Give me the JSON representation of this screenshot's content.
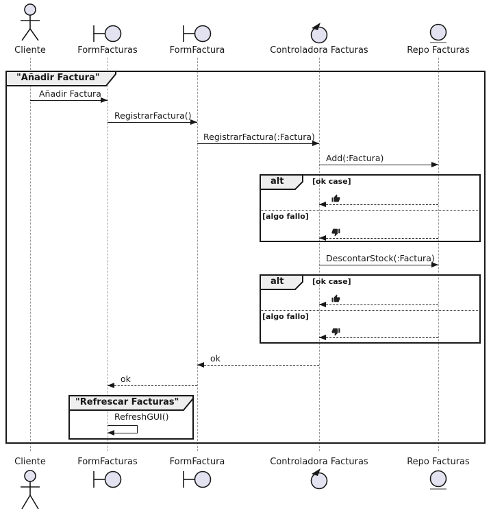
{
  "colors": {
    "participant_fill": "#E2E2F0",
    "line_color": "#181818",
    "header_fill": "#EEEEEE",
    "lifeline_color": "#999999"
  },
  "participants": [
    {
      "name": "Cliente",
      "type": "actor",
      "icon": "actor-icon"
    },
    {
      "name": "FormFacturas",
      "type": "boundary",
      "icon": "boundary-icon"
    },
    {
      "name": "FormFactura",
      "type": "boundary",
      "icon": "boundary-icon"
    },
    {
      "name": "Controladora Facturas",
      "type": "control",
      "icon": "control-icon"
    },
    {
      "name": "Repo Facturas",
      "type": "entity",
      "icon": "entity-icon"
    }
  ],
  "groups": {
    "outer": {
      "label": "\"Añadir Factura\""
    },
    "refresh": {
      "label": "\"Refrescar Facturas\""
    }
  },
  "messages": {
    "m1": {
      "label": "Añadir Factura",
      "from": "Cliente",
      "to": "FormFacturas",
      "line": "solid"
    },
    "m2": {
      "label": "RegistrarFactura()",
      "from": "FormFacturas",
      "to": "FormFactura",
      "line": "solid"
    },
    "m3": {
      "label": "RegistrarFactura(:Factura)",
      "from": "FormFactura",
      "to": "Controladora Facturas",
      "line": "solid"
    },
    "m4": {
      "label": "Add(:Factura)",
      "from": "Controladora Facturas",
      "to": "Repo Facturas",
      "line": "solid"
    },
    "m5": {
      "label": "DescontarStock(:Factura)",
      "from": "Controladora Facturas",
      "to": "Repo Facturas",
      "line": "solid"
    },
    "r1": {
      "label": "ok",
      "from": "Controladora Facturas",
      "to": "FormFactura",
      "line": "dashed"
    },
    "r2": {
      "label": "ok",
      "from": "FormFactura",
      "to": "FormFacturas",
      "line": "dashed"
    },
    "self1": {
      "label": "RefreshGUI()",
      "from": "FormFacturas",
      "to": "FormFacturas",
      "line": "self"
    }
  },
  "fragments": [
    {
      "operator": "alt",
      "guard_ok": "[ok case]",
      "guard_fail": "[algo fallo]",
      "ok_icon": "thumbs-up",
      "fail_icon": "thumbs-down",
      "return_ok_from": "Repo Facturas",
      "return_ok_to": "Controladora Facturas",
      "return_fail_from": "Repo Facturas",
      "return_fail_to": "Controladora Facturas"
    },
    {
      "operator": "alt",
      "guard_ok": "[ok case]",
      "guard_fail": "[algo fallo]",
      "ok_icon": "thumbs-up",
      "fail_icon": "thumbs-down",
      "return_ok_from": "Repo Facturas",
      "return_ok_to": "Controladora Facturas",
      "return_fail_from": "Repo Facturas",
      "return_fail_to": "Controladora Facturas"
    }
  ]
}
